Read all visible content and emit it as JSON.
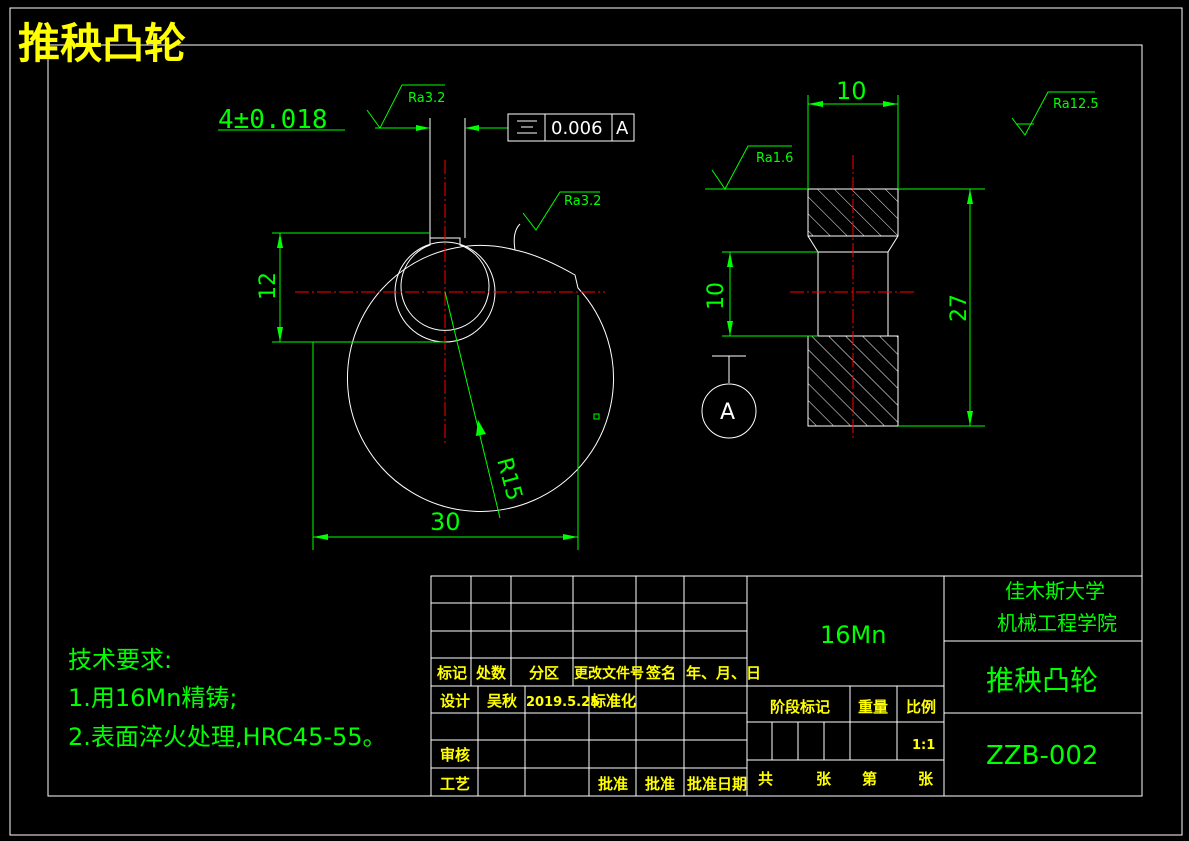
{
  "title": "推秧凸轮",
  "front_view": {
    "tolerance": "4±0.018",
    "roughness_top": "Ra3.2",
    "roughness_right": "Ra3.2",
    "symmetry_tolerance": "0.006",
    "datum_ref": "A",
    "dim_keyway_height": "12",
    "dim_radius": "R15",
    "dim_width": "30"
  },
  "side_view": {
    "dim_thickness": "10",
    "dim_bore": "10",
    "dim_height": "27",
    "roughness_bore": "Ra1.6",
    "roughness_general": "Ra12.5",
    "datum_label": "A"
  },
  "notes": {
    "heading": "技术要求:",
    "item1": "1.用16Mn精铸;",
    "item2": "2.表面淬火处理,HRC45-55。"
  },
  "title_block": {
    "material": "16Mn",
    "school_line1": "佳木斯大学",
    "school_line2": "机械工程学院",
    "part_name": "推秧凸轮",
    "drawing_number": "ZZB-002",
    "row_mark": "标记",
    "row_count": "处数",
    "row_zone": "分区",
    "row_doc": "更改文件号",
    "row_sign": "签名",
    "row_date": "年、月、日",
    "design_label": "设计",
    "designer": "吴秋",
    "design_date": "2019.5.25",
    "standardize": "标准化",
    "review": "审核",
    "process": "工艺",
    "approve1": "批准",
    "approve2": "批准",
    "approve_date": "批准日期",
    "stage_mark": "阶段标记",
    "weight": "重量",
    "scale_label": "比例",
    "scale": "1:1",
    "total": "共",
    "sheets1": "张",
    "sheet_no": "第",
    "sheets2": "张"
  }
}
